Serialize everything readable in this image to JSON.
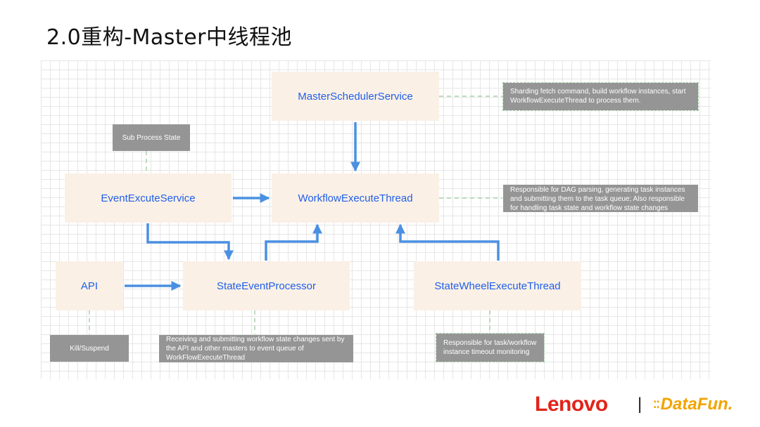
{
  "title": "2.0重构-Master中线程池",
  "boxes": {
    "master_scheduler": "MasterSchedulerService",
    "workflow_execute": "WorkflowExecuteThread",
    "event_excute": "EventExcuteService",
    "api": "API",
    "state_event": "StateEventProcessor",
    "state_wheel": "StateWheelExecuteThread"
  },
  "notes": {
    "sub_process_state": "Sub Process State",
    "sharding": "Sharding fetch command, build workflow instances, start WorkflowExecuteThread to process them.",
    "dag_parsing": "Responsible for DAG parsing, generating task instances and submitting them to the task queue; Also responsible for handling task state and workflow state changes",
    "kill_suspend": "Kill/Suspend",
    "receiving": "Receiving and submitting workflow state changes sent by the API and other masters to event queue of WorkFlowExecuteThread",
    "timeout": "Responsible for task/workflow instance timeout monitoring"
  },
  "logos": {
    "lenovo": "Lenovo",
    "separator": "|",
    "datafun_icon": "dotted-d-icon",
    "datafun": "DataFun."
  },
  "colors": {
    "box_fill": "#fbf0e6",
    "box_text": "#2060e8",
    "arrow": "#4a90e2",
    "note_fill": "#959595",
    "dashed_connector": "#a9d3a9",
    "lenovo_red": "#e2231a",
    "datafun_orange": "#f2a400"
  }
}
